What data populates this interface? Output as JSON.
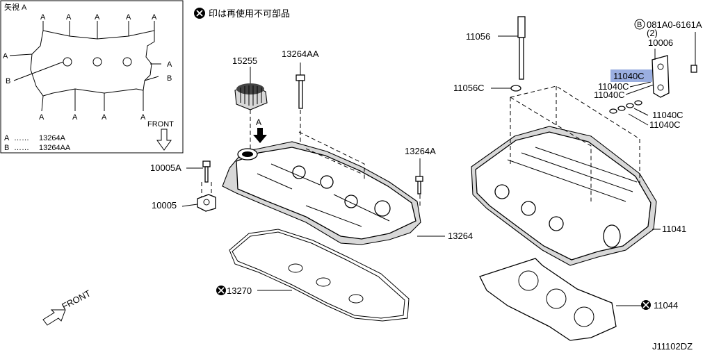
{
  "legend": {
    "view_title": "矢視 A",
    "entries": [
      {
        "key": "A",
        "dots": "……",
        "part": "13264A"
      },
      {
        "key": "B",
        "dots": "……",
        "part": "13264AA"
      }
    ],
    "front": "FRONT"
  },
  "note": "印は再使用不可部品",
  "front_main": "FRONT",
  "diagram_code": "J11102DZ",
  "parts": {
    "p11056": "11056",
    "p11056c": "11056C",
    "p15255": "15255",
    "p13264aa": "13264AA",
    "p13264a": "13264A",
    "p10005a": "10005A",
    "p10005": "10005",
    "p13264": "13264",
    "p13270": "13270",
    "p11041": "11041",
    "p11044": "11044",
    "p10006": "10006",
    "p081a0": "081A0-6161A",
    "p081a0_qty": "(2)",
    "p11040c_hl": "11040C",
    "p11040c_1": "11040C",
    "p11040c_2": "11040C",
    "p11040c_3": "11040C",
    "p11040c_4": "11040C"
  },
  "arrow_a": "A",
  "circle_b": "B",
  "highlight_color": "#9aaee0"
}
